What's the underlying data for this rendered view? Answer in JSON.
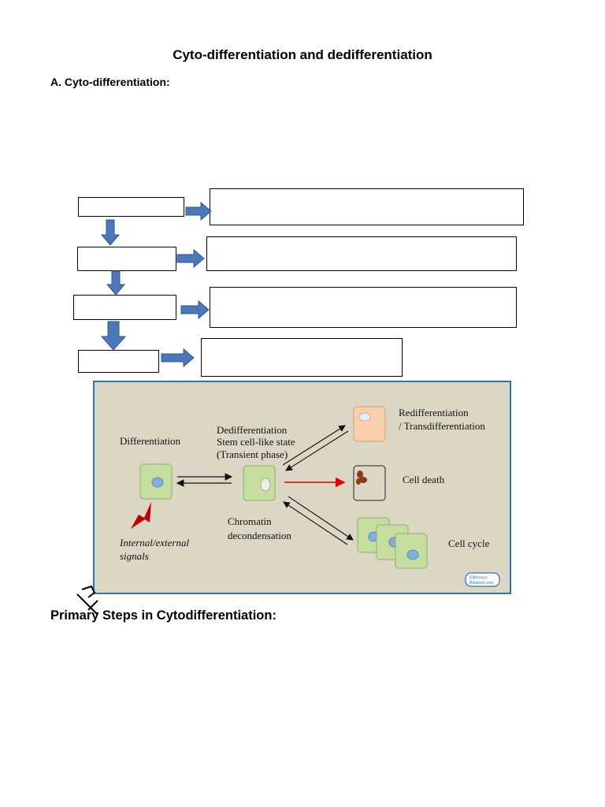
{
  "document": {
    "title": "Cyto-differentiation and dedifferentiation",
    "section_a": "A. Cyto-differentiation:",
    "section_primary": "Primary Steps in Cytodifferentiation:"
  },
  "figure": {
    "label_differentiation": "Differentiation",
    "label_dedifferentiation": "Dedifferentiation",
    "label_stem_cell_like": "Stem cell-like state",
    "label_transient": "(Transient phase)",
    "label_redifferentiation": "Redifferentiation",
    "label_transdifferentiation": "/ Transdifferentiation",
    "label_cell_death": "Cell death",
    "label_cell_cycle": "Cell cycle",
    "label_chromatin": "Chromatin",
    "label_decondensation": "decondensation",
    "label_signals_1": "Internal/external",
    "label_signals_2": "signals",
    "logo_text_1": "Difference",
    "logo_text_2": "Between.com"
  },
  "colors": {
    "figure_border": "#2e75b6",
    "figure_bg": "#dcd7c5",
    "flow_arrow": "#4a78b8",
    "cell_green": "#c5dea0",
    "nucleus_blue": "#7fb0e0",
    "signal_red": "#c00000"
  }
}
